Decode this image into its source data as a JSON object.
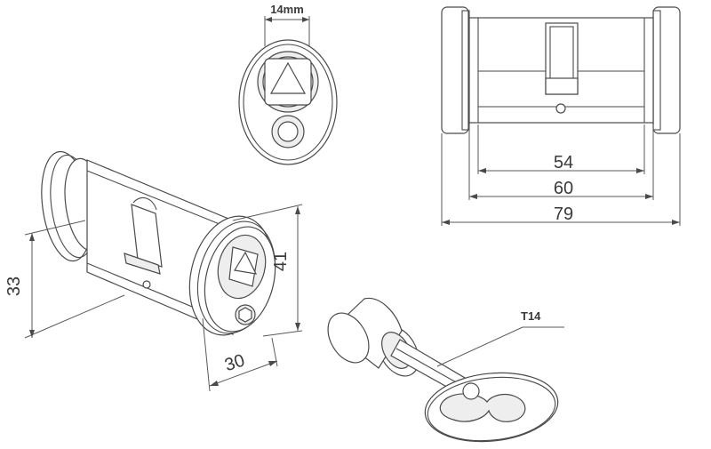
{
  "dimensions": {
    "face_width": "14mm",
    "length_inner": "54",
    "length_body": "60",
    "length_total": "79",
    "height_a": "33",
    "diameter": "41",
    "knob_length": "30"
  },
  "key_label": "T14"
}
